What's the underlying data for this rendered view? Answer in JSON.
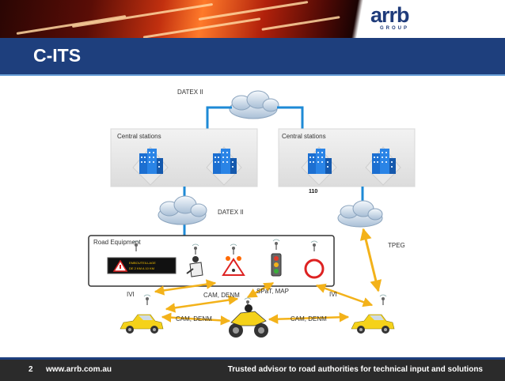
{
  "logo": {
    "text": "arrb",
    "group": "GROUP"
  },
  "slide_title": "C-ITS",
  "diagram": {
    "top_network": "DATEX II",
    "central_stations_left": "Central stations",
    "central_stations_right": "Central stations",
    "mid_network": "DATEX II",
    "road_equipment": "Road Equipment",
    "vms_text_line1": "EMBOUTEILLAGE",
    "vms_text_line2": "DE 2 KM A 10 KM",
    "speed_sign": "110",
    "tpeg": "TPEG",
    "link_ivi_left": "IVI",
    "link_cam_denm_upper": "CAM, DENM",
    "link_spat_map": "SPaT, MAP",
    "link_ivi_right": "IVI",
    "link_cam_denm_left": "CAM, DENM",
    "link_cam_denm_right": "CAM, DENM"
  },
  "footer": {
    "page_number": "2",
    "url": "www.arrb.com.au",
    "tagline": "Trusted advisor to road authorities for technical input and solutions"
  },
  "colors": {
    "title_bar": "#1e3f7d",
    "footer_bg": "#2b2b2b",
    "link_blue": "#1e8ad6",
    "v2x_arrow": "#f3b21a",
    "building": "#1c6fd1",
    "vehicle": "#f5d21a"
  }
}
